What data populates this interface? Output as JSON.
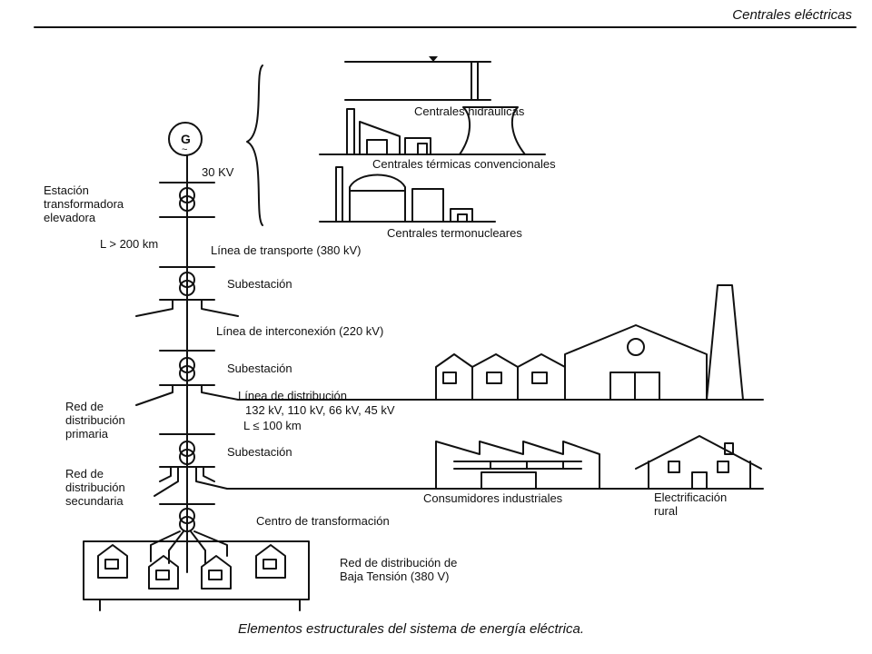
{
  "header": {
    "section": "Centrales eléctricas"
  },
  "generator": {
    "symbol": "G",
    "symbol_sub": "~",
    "voltage": "30 KV"
  },
  "plants": {
    "hydro": "Centrales hidráulicas",
    "thermal": "Centrales térmicas convencionales",
    "nuclear": "Centrales termonucleares"
  },
  "labels": {
    "step_up_station": "Estación\ntransformadora\nelevadora",
    "transport_distance": "L > 200 km",
    "transport_line": "Línea de transporte (380 kV)",
    "substation_1": "Subestación",
    "interconnection_line": "Línea de interconexión (220 kV)",
    "substation_2": "Subestación",
    "primary_network": "Red de\ndistribución\nprimaria",
    "distribution_line": "Línea de distribución",
    "distribution_voltages": "132 kV, 110 kV, 66 kV, 45 kV",
    "distribution_distance": "L ≤ 100 km",
    "substation_3": "Subestación",
    "secondary_network": "Red de\ndistribución\nsecundaria",
    "industrial": "Consumidores industriales",
    "rural": "Electrificación\nrural",
    "transformation_center": "Centro de transformación",
    "low_voltage_network": "Red de distribución de\nBaja Tensión (380 V)"
  },
  "caption": "Elementos estructurales del sistema de energía eléctrica."
}
